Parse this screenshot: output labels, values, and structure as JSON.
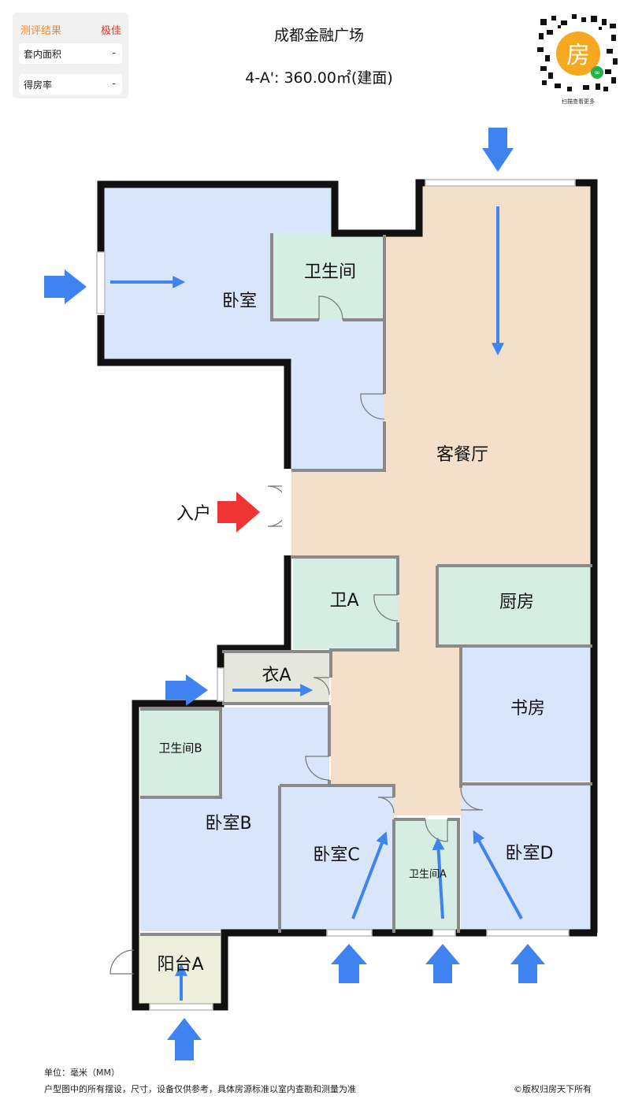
{
  "panel": {
    "title": "测评结果",
    "grade": "极佳",
    "rows": [
      {
        "label": "套内面积",
        "value": "-"
      },
      {
        "label": "得房率",
        "value": "-"
      }
    ]
  },
  "header": {
    "project": "成都金融广场",
    "unit": "4-A': 360.00㎡(建面)"
  },
  "qr": {
    "badge": "房",
    "caption": "扫描查看更多"
  },
  "rooms": {
    "bedroom_main": "卧室",
    "bath_main": "卫生间",
    "living_dining": "客餐厅",
    "entrance": "入户",
    "bath_a": "卫A",
    "kitchen": "厨房",
    "closet_a": "衣A",
    "study": "书房",
    "bath_b": "卫生间B",
    "bedroom_b": "卧室B",
    "bedroom_c": "卧室C",
    "bath_a2": "卫生间A",
    "bedroom_d": "卧室D",
    "balcony_a": "阳台A"
  },
  "footer": {
    "unit_note": "单位：毫米（MM）",
    "disclaimer": "户型图中的所有摆设，尺寸，设备仅供参考，具体房源标准以室内查勘和测量为准",
    "copyright": "©版权归房天下所有"
  },
  "colors": {
    "bedroom": "#d9e5fa",
    "bath": "#d6ede4",
    "living": "#f3dfca",
    "balcony": "#eeeedc",
    "closet": "#e6e7dc",
    "wall": "#111111",
    "light_arrow": "#3f83f0",
    "entry_arrow": "#ef3434"
  }
}
